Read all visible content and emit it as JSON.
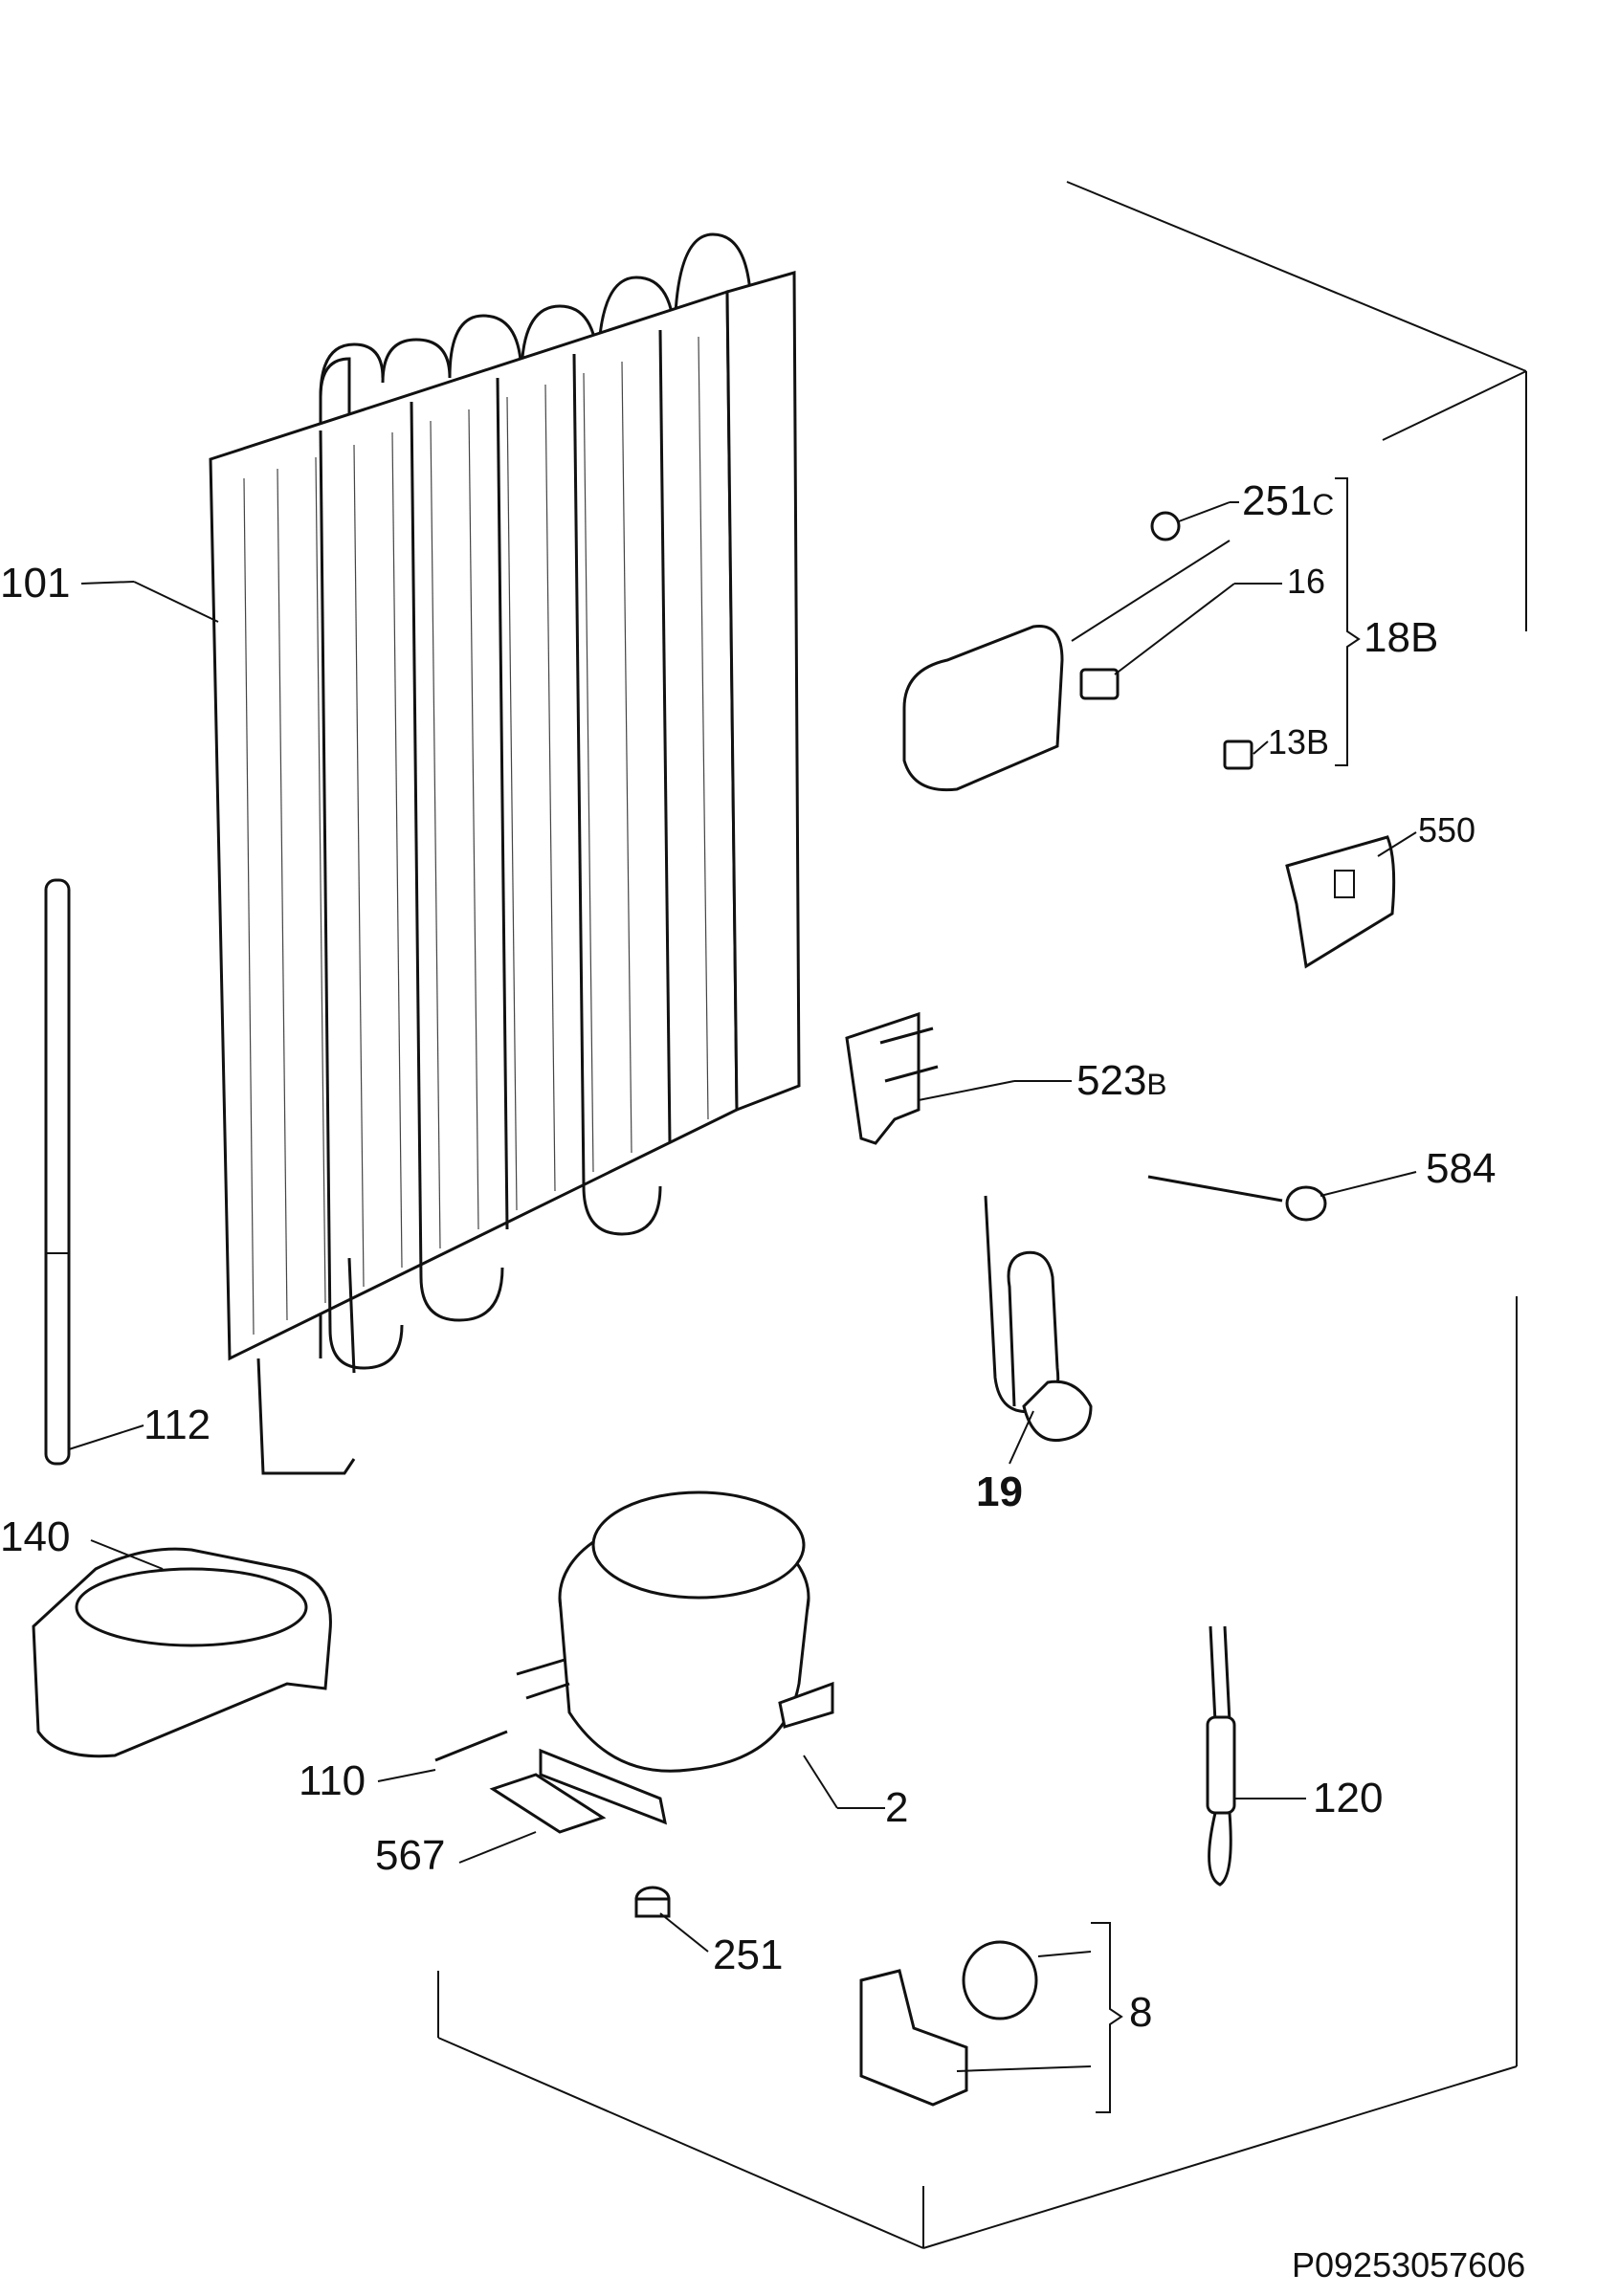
{
  "labels": {
    "l101": "101",
    "l112": "112",
    "l140": "140",
    "l110": "110",
    "l567": "567",
    "l2": "2",
    "l251": "251",
    "l8": "8",
    "l19": "19",
    "l120": "120",
    "l584": "584",
    "l523": "523",
    "l523_suffix": "B",
    "l550": "550",
    "l251c": "251",
    "l251c_suffix": "C",
    "l16": "16",
    "l18b": "18B",
    "l13b": "13B"
  },
  "document_code": "P09253057606",
  "icons": {
    "condenser": "condenser-coil-icon",
    "compressor": "compressor-icon",
    "drip_tray": "drip-tray-icon",
    "thermostat": "thermostat-housing-icon",
    "mains_cable": "power-cord-icon"
  }
}
